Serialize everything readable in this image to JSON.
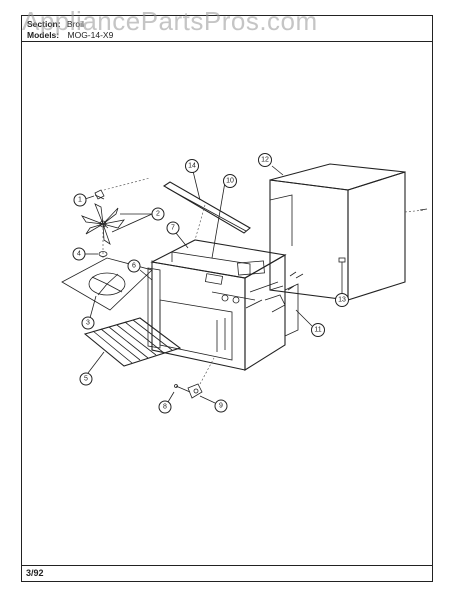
{
  "header": {
    "section_label": "Section:",
    "section_value": "Broil",
    "model_label": "Models:",
    "model_value": "MOG-14-X9"
  },
  "watermark": "AppliancePartsPros.com",
  "footer": {
    "code": "3/92"
  },
  "callouts": [
    "1",
    "2",
    "3",
    "4",
    "5",
    "6",
    "7",
    "8",
    "9",
    "10",
    "11",
    "12",
    "13",
    "14"
  ]
}
